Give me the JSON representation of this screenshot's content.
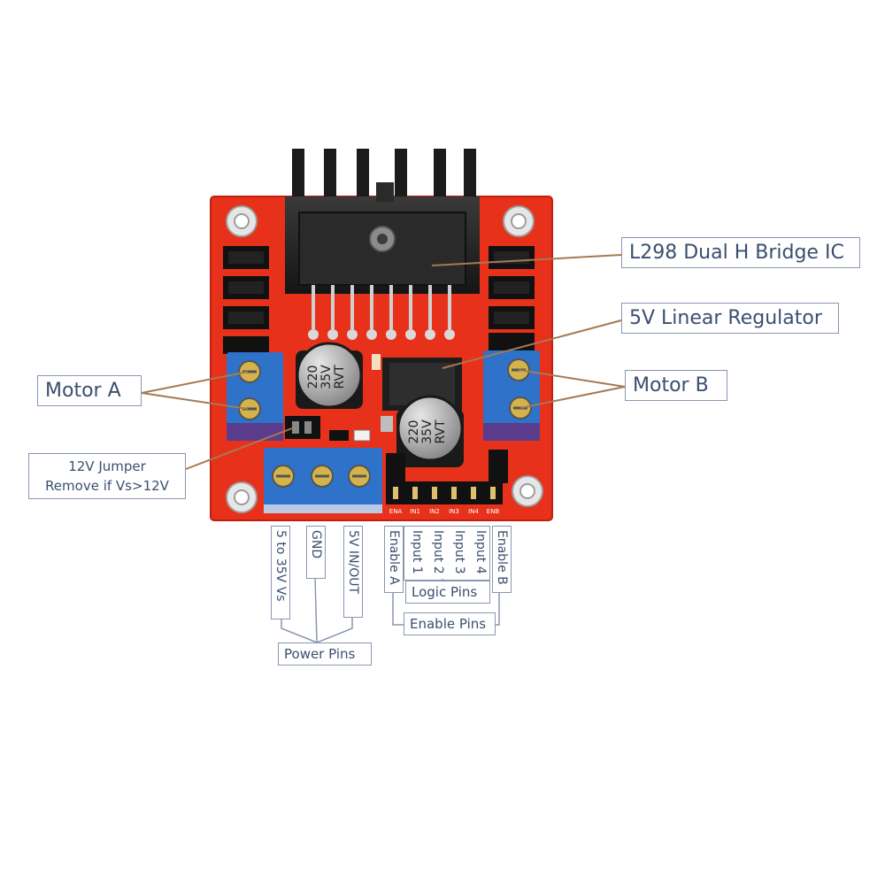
{
  "labels": {
    "l298": "L298 Dual H Bridge IC",
    "regulator": "5V Linear Regulator",
    "motor_a": "Motor A",
    "motor_b": "Motor B",
    "jumper_line1": "12V Jumper",
    "jumper_line2": "Remove if Vs>12V",
    "vs": "5 to 35V Vs",
    "gnd": "GND",
    "v5": "5V IN/OUT",
    "power_pins": "Power Pins",
    "enable_a": "Enable A",
    "input1": "Input 1",
    "input2": "Input 2",
    "input3": "Input 3",
    "input4": "Input 4",
    "enable_b": "Enable B",
    "logic_pins": "Logic Pins",
    "enable_pins": "Enable Pins"
  },
  "board": {
    "cap1_text": [
      "220",
      "35V",
      "RVT"
    ],
    "cap2_text": [
      "220",
      "35V",
      "RVT"
    ],
    "header_pins": [
      "ENA",
      "IN1",
      "IN2",
      "IN3",
      "IN4",
      "ENB"
    ]
  },
  "colors": {
    "board": "#e8311a",
    "terminal": "#2f72c9",
    "heatsink": "#1b1b1b",
    "leader": "#a57a55",
    "label_text": "#3a4f6f",
    "label_border": "#8a96b0"
  }
}
